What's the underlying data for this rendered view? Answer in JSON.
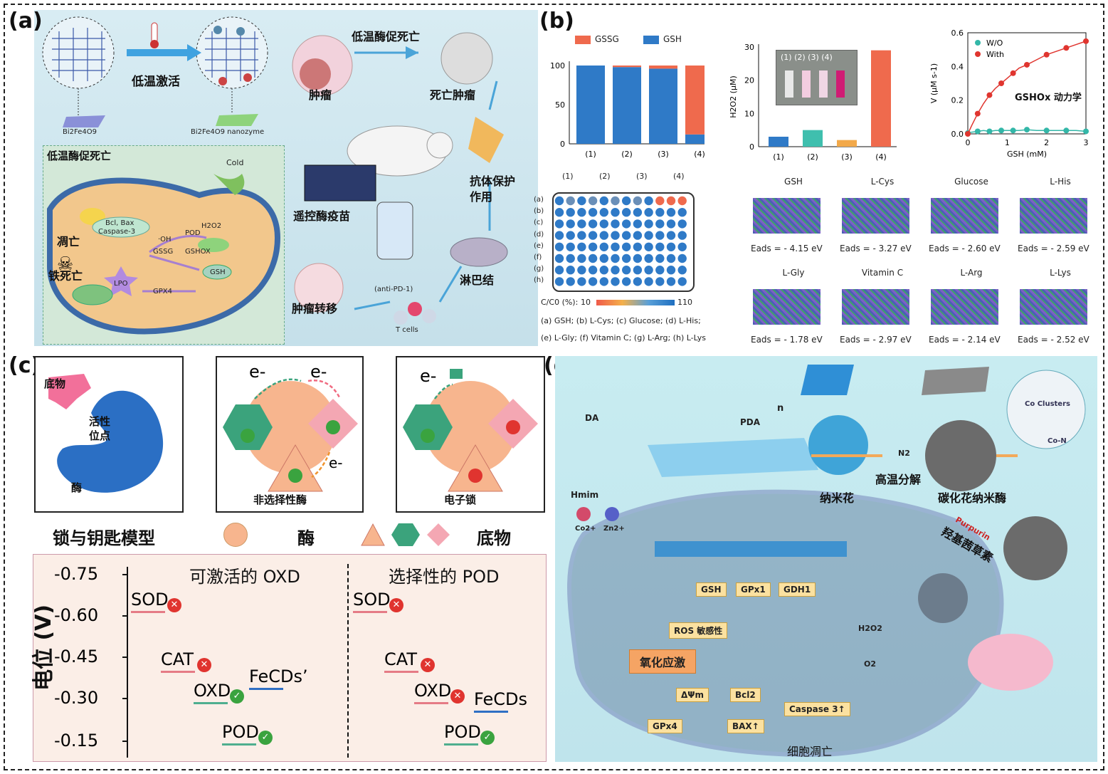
{
  "panel_labels": {
    "a": "(a)",
    "b": "(b)",
    "c": "(c)",
    "d": "(d)"
  },
  "panel_a": {
    "activation": "低温激活",
    "material": "Bi2Fe4O9",
    "nanozyme": "Bi2Fe4O9 nanozyme",
    "inset_title": "低温酶促死亡",
    "cold": "Cold",
    "bcl": "Bcl, Bax",
    "caspase": "Caspase-3",
    "oh": "·OH",
    "pod": "POD",
    "h2o2": "H2O2",
    "gssg": "GSSG",
    "gshox": "GSHOX",
    "gsh": "GSH",
    "lpo": "LPO",
    "gpx4": "GPX4",
    "apoptosis": "凋亡",
    "ferroptosis": "铁死亡",
    "top_flow": "低温酶促死亡",
    "tumor": "肿瘤",
    "dead_tumor": "死亡肿瘤",
    "antibody": "抗体保护作用",
    "remote_vaccine": "遥控酶疫苗",
    "lymph": "淋巴结",
    "anti_pd1": "(anti-PD-1)",
    "tcells": "T cells",
    "metastasis": "肿瘤转移"
  },
  "panel_b": {
    "legend": [
      "GSSG",
      "GSH"
    ],
    "heatmap_cols": [
      "(1)",
      "(2)",
      "(3)",
      "(4)"
    ],
    "heatmap_rows": [
      "(a)",
      "(b)",
      "(c)",
      "(d)",
      "(e)",
      "(f)",
      "(g)",
      "(h)"
    ],
    "colorbar_label": "C/C0 (%):",
    "colorbar_min": "10",
    "colorbar_max": "110",
    "caption1": "(a) GSH; (b) L-Cys; (c) Glucose; (d) L-His;",
    "caption2": "(e) L-Gly; (f) Vitamin C; (g) L-Arg; (h) L-Lys",
    "photo_label": "(1) (2) (3) (4)",
    "kinetics_label": "GSHOx 动力学",
    "dft": [
      {
        "name": "GSH",
        "e": "Eads = - 4.15 eV"
      },
      {
        "name": "L-Cys",
        "e": "Eads = - 3.27 eV"
      },
      {
        "name": "Glucose",
        "e": "Eads = - 2.60 eV"
      },
      {
        "name": "L-His",
        "e": "Eads = - 2.59 eV"
      },
      {
        "name": "L-Gly",
        "e": "Eads = - 1.78 eV"
      },
      {
        "name": "Vitamin C",
        "e": "Eads = - 2.97 eV"
      },
      {
        "name": "L-Arg",
        "e": "Eads = - 2.14 eV"
      },
      {
        "name": "L-Lys",
        "e": "Eads = - 2.52 eV"
      }
    ]
  },
  "chart_data": [
    {
      "type": "bar",
      "categories": [
        "(1)",
        "(2)",
        "(3)",
        "(4)"
      ],
      "series": [
        {
          "name": "GSH",
          "values": [
            100,
            98,
            96,
            12
          ]
        },
        {
          "name": "GSSG",
          "values": [
            0,
            2,
            4,
            88
          ]
        }
      ],
      "ylim": [
        0,
        100
      ],
      "yticks": [
        "0",
        "50",
        "100"
      ]
    },
    {
      "type": "bar",
      "categories": [
        "(1)",
        "(2)",
        "(3)",
        "(4)"
      ],
      "values": [
        3,
        5,
        2,
        29
      ],
      "ylabel": "H2O2 (μM)",
      "ylim": [
        0,
        30
      ],
      "yticks": [
        "0",
        "10",
        "20",
        "30"
      ]
    },
    {
      "type": "scatter",
      "series": [
        {
          "name": "W/O",
          "x": [
            0,
            0.1,
            0.25,
            0.4,
            0.55,
            0.7,
            0.85,
            1.0,
            1.15,
            1.3,
            1.5,
            1.75,
            2.0,
            2.25,
            2.5,
            2.75,
            3.0
          ],
          "y": [
            0.005,
            0.01,
            0.015,
            0.02,
            0.015,
            0.02,
            0.02,
            0.02,
            0.02,
            0.02,
            0.025,
            0.02,
            0.02,
            0.02,
            0.02,
            0.02,
            0.015
          ]
        },
        {
          "name": "With",
          "x": [
            0,
            0.1,
            0.25,
            0.4,
            0.55,
            0.7,
            0.85,
            1.0,
            1.15,
            1.3,
            1.5,
            1.75,
            2.0,
            2.25,
            2.5,
            2.75,
            3.0
          ],
          "y": [
            0.0,
            0.05,
            0.12,
            0.18,
            0.23,
            0.27,
            0.3,
            0.33,
            0.36,
            0.39,
            0.41,
            0.44,
            0.47,
            0.49,
            0.51,
            0.53,
            0.55
          ]
        }
      ],
      "xlabel": "GSH (mM)",
      "ylabel": "V (μM s-1)",
      "xlim": [
        0,
        3
      ],
      "ylim": [
        0,
        0.6
      ],
      "xticks": [
        "0",
        "1",
        "2",
        "3"
      ],
      "yticks": [
        "0.0",
        "0.2",
        "0.4",
        "0.6"
      ]
    }
  ],
  "panel_c": {
    "substrate": "底物",
    "active_site": "活性位点",
    "enzyme": "酶",
    "e": "e-",
    "nonselective": "非选择性酶",
    "electron_lock": "电子锁",
    "legend_model": "锁与钥匙模型",
    "legend_enzyme": "酶",
    "legend_substrate": "底物",
    "ylabel": "电位 (V)",
    "yticks": [
      "-0.75",
      "-0.60",
      "-0.45",
      "-0.30",
      "-0.15"
    ],
    "left_title": "可激活的 OXD",
    "right_title": "选择性的 POD",
    "left_items": [
      "SOD",
      "CAT",
      "FeCDs’",
      "OXD",
      "POD"
    ],
    "right_items": [
      "SOD",
      "CAT",
      "OXD",
      "FeCDs",
      "POD"
    ]
  },
  "panel_d": {
    "da": "DA",
    "pda": "PDA",
    "n": "n",
    "hmim": "Hmim",
    "co": "Co2+",
    "zn": "Zn2+",
    "nanoflower": "纳米花",
    "n2": "N2",
    "pyrolysis": "高温分解",
    "carbonized": "碳化花纳米酶",
    "cocluster": "Co Clusters",
    "con": "Co-N",
    "purpurin": "Purpurin",
    "purpurin_zh": "羟基茜草素",
    "gsh": "GSH",
    "gpx1": "GPx1",
    "gdh1": "GDH1",
    "ros": "ROS 敏感性",
    "oxstress": "氧化应激",
    "dpsi": "ΔΨm",
    "bcl2": "Bcl2",
    "caspase3": "Caspase 3↑",
    "gpx4": "GPx4",
    "bax": "BAX↑",
    "h2o2": "H2O2",
    "o2": "O2",
    "apoptosis": "细胞凋亡"
  }
}
